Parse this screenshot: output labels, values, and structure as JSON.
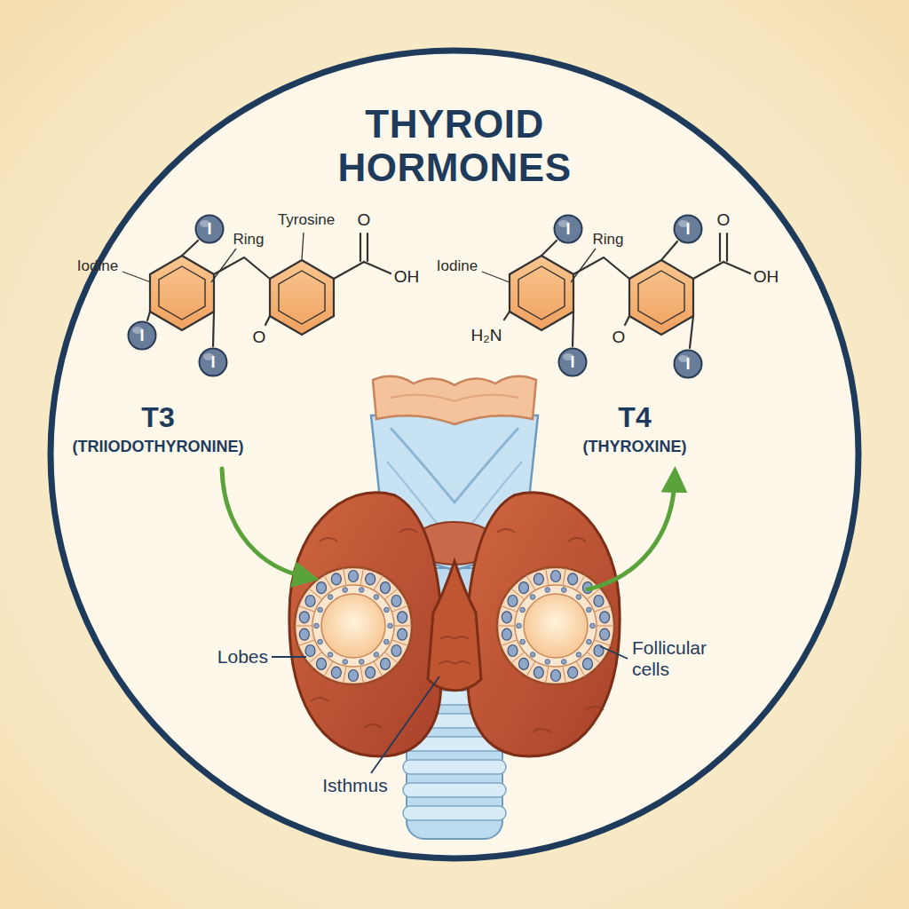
{
  "diagram": {
    "title": "THYROID HORMONES",
    "nodes": [
      {
        "text": [
          "I"
        ]
      },
      {
        "text": [
          "I"
        ]
      },
      {
        "text": [
          "I"
        ]
      },
      {
        "text": [
          "I"
        ]
      },
      {
        "text": [
          "I"
        ]
      },
      {
        "text": [
          "I"
        ]
      },
      {
        "text": [
          "I"
        ]
      }
    ],
    "labels": [
      "Iodine",
      "Ring",
      "Tyrosine",
      "O",
      "OH",
      "Iodine",
      "Ring",
      "O",
      "OH",
      "O",
      "H₂N",
      "O",
      "T3",
      "(TRIIODOTHYRONINE)",
      "T4",
      "(THYROXINE)",
      "Lobes",
      "Follicular cells",
      "Isthmus"
    ]
  }
}
